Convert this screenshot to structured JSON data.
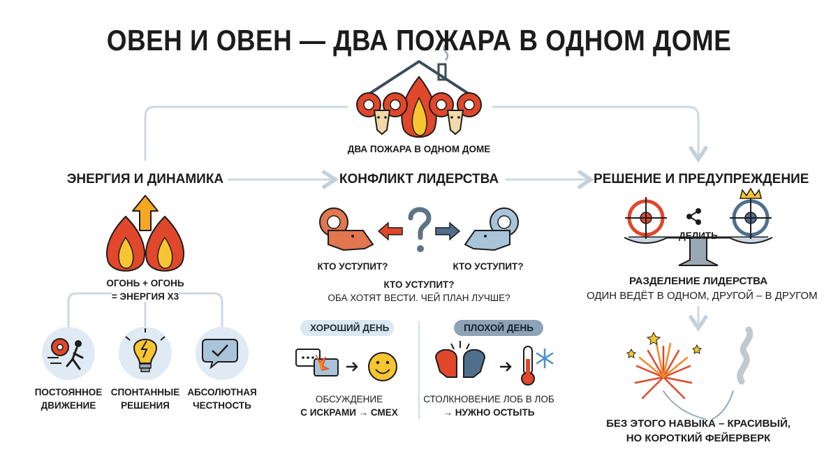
{
  "title": "ОВЕН И ОВЕН — ДВА ПОЖАРА В ОДНОМ ДОМЕ",
  "top": {
    "house_caption": "ДВА ПОЖАРА В ОДНОМ ДОМЕ"
  },
  "left": {
    "heading": "ЭНЕРГИЯ И ДИНАМИКА",
    "fire_line1": "ОГОНЬ + ОГОНЬ",
    "fire_line2": "= ЭНЕРГИЯ X3",
    "items": [
      {
        "line1": "ПОСТОЯННОЕ",
        "line2": "ДВИЖЕНИЕ",
        "icon": "gear-runner-icon"
      },
      {
        "line1": "СПОНТАННЫЕ",
        "line2": "РЕШЕНИЯ",
        "icon": "lightbulb-icon"
      },
      {
        "line1": "АБСОЛЮТНАЯ",
        "line2": "ЧЕСТНОСТЬ",
        "icon": "speech-check-icon"
      }
    ]
  },
  "center": {
    "heading": "КОНФЛИКТ ЛИДЕРСТВА",
    "ram_left_label": "КТО УСТУПИТ?",
    "ram_right_label": "КТО УСТУПИТ?",
    "question_line1": "КТО УСТУПИТ?",
    "question_line2": "ОБА ХОТЯТ ВЕСТИ. ЧЕЙ ПЛАН ЛУЧШЕ?",
    "good_day": {
      "pill": "ХОРОШИЙ ДЕНЬ",
      "line1": "ОБСУЖДЕНИЕ",
      "line2": "С ИСКРАМИ → СМЕХ"
    },
    "bad_day": {
      "pill": "ПЛОХОЙ ДЕНЬ",
      "line1": "СТОЛКНОВЕНИЕ ЛОБ В ЛОБ",
      "line2": "→ НУЖНО ОСТЫТЬ"
    }
  },
  "right": {
    "heading": "РЕШЕНИЕ И ПРЕДУПРЕЖДЕНИЕ",
    "share_label": "ДЕЛИТЬ",
    "split_line1": "РАЗДЕЛЕНИЕ ЛИДЕРСТВА",
    "split_line2": "ОДИН ВЕДЁТ В ОДНОМ, ДРУГОЙ – В ДРУГОМ",
    "warning_line1": "БЕЗ ЭТОГО НАВЫКА – КРАСИВЫЙ,",
    "warning_line2": "НО КОРОТКИЙ ФЕЙЕРВЕРК"
  },
  "colors": {
    "fire_red": "#e0472b",
    "fire_orange": "#f08a24",
    "flame_yellow": "#f7c531",
    "ram_orange": "#e2764e",
    "ram_blue": "#a9c3d9",
    "connector": "#c9d6e1",
    "ink": "#1c1c1c"
  }
}
